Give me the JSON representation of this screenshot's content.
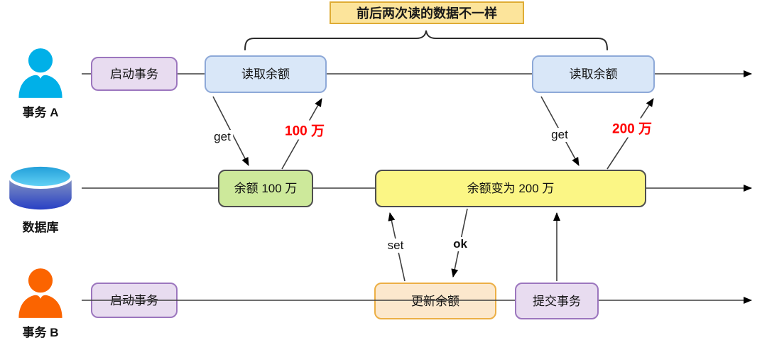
{
  "banner": {
    "label": "前后两次读的数据不一样"
  },
  "actors": {
    "a": {
      "label": "事务 A",
      "icon": "user-icon-cyan"
    },
    "db": {
      "label": "数据库",
      "icon": "database-icon"
    },
    "b": {
      "label": "事务 B",
      "icon": "user-icon-orange"
    }
  },
  "nodes": {
    "a_start": {
      "label": "启动事务"
    },
    "a_read1": {
      "label": "读取余额"
    },
    "a_read2": {
      "label": "读取余额"
    },
    "db_bal1": {
      "label": "余额 100 万"
    },
    "db_bal2": {
      "label": "余额变为 200 万"
    },
    "b_start": {
      "label": "启动事务"
    },
    "b_update": {
      "label": "更新余额"
    },
    "b_commit": {
      "label": "提交事务"
    }
  },
  "messages": {
    "get1": {
      "label": "get"
    },
    "ret1": {
      "label": "100 万"
    },
    "get2": {
      "label": "get"
    },
    "ret2": {
      "label": "200 万"
    },
    "set": {
      "label": "set"
    },
    "ok": {
      "label": "ok"
    }
  },
  "colors": {
    "banner_fill": "#FCE49B",
    "banner_border": "#DFAC35",
    "lavender_fill": "#E8DCF0",
    "lavender_border": "#9C76BE",
    "blue_fill": "#D9E7F8",
    "blue_border": "#8EA9D8",
    "green_fill": "#CDE99B",
    "yellow_fill": "#FBF685",
    "dark_border": "#4E4E4E",
    "peach_fill": "#FCE8CD",
    "peach_border": "#ECAF45",
    "red_label": "#FF0000",
    "line": "#3F3F3F",
    "person_a": "#00B0E8",
    "person_b": "#FB6400",
    "db_top_1": "#1E9CD7",
    "db_top_2": "#66D4F7",
    "db_body_1": "#8494C2",
    "db_body_2": "#2840C4"
  }
}
